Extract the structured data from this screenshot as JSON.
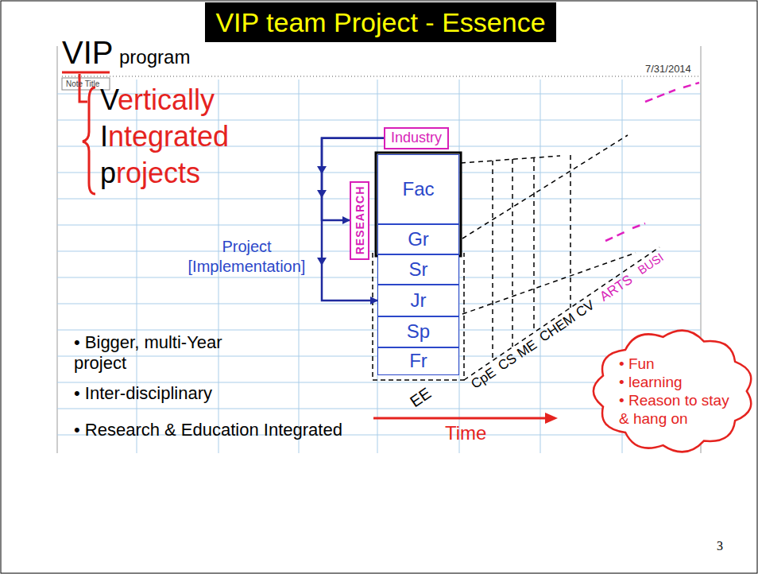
{
  "diagram": {
    "title": "VIP team Project - Essence",
    "nodes": [
      {
        "text": [
          "Industry"
        ]
      },
      {
        "text": [
          "RESEARCH"
        ]
      },
      {
        "text": [
          "Fac"
        ]
      },
      {
        "text": [
          "Gr"
        ]
      },
      {
        "text": [
          "Sr"
        ]
      },
      {
        "text": [
          "Jr"
        ]
      },
      {
        "text": [
          "Sp"
        ]
      },
      {
        "text": [
          "Fr"
        ]
      },
      {
        "text": [
          "• Fun",
          "• learning",
          "• Reason to stay & hang on"
        ]
      }
    ],
    "edges": [
      {
        "from": 0,
        "to": 1,
        "arrow": "to"
      },
      {
        "from": 2,
        "to": 3,
        "arrow": "both"
      },
      {
        "from": 0,
        "to": 5,
        "arrow": "to"
      }
    ],
    "labels": [
      "VIP",
      "program",
      "Note Title",
      "7/31/2014",
      "Vertically",
      "Integrated",
      "projects",
      "Project [Implementation]",
      "EE",
      "CpE",
      "CS",
      "ME",
      "CHEM",
      "CV",
      "ARTS",
      "BUSI",
      "Time",
      "• Bigger, multi-Year project",
      "• Inter-disciplinary",
      "• Research & Education Integrated",
      "3"
    ]
  }
}
